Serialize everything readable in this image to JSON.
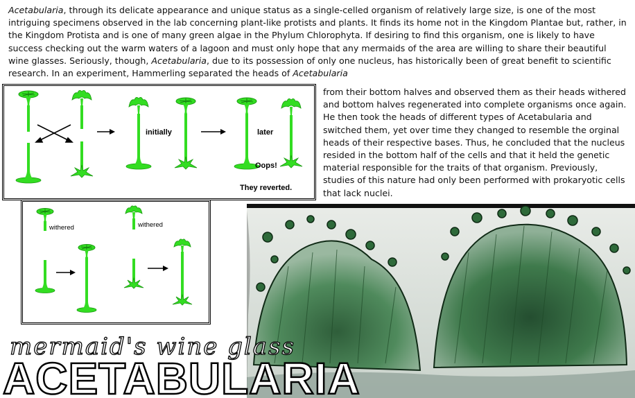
{
  "paragraph_top": {
    "p1_italic": "Acetabularia",
    "p1_text": ", through its delicate appearance and unique status as a single-celled organism of relatively large size, is one of the most intriguing specimens observed in the lab concerning plant-like protists and plants.  It finds its home not in the Kingdom Plantae but, rather, in the Kingdom Protista and is one of many green algae in the Phylum Chlorophyta. If desiring to find this organism, one is likely to have success checking out the warm waters of a lagoon and must only hope that any mermaids of the area are willing to share their beautiful wine glasses.  Seriously, though, ",
    "p2_italic": "Acetabularia",
    "p2_text": ", due to its possession of only one nucleus, has historically been of great benefit to scientific research. In an experiment, Hammerling separated the heads of ",
    "p3_italic": "Acetabularia"
  },
  "paragraph_right": {
    "text": "from their bottom halves and observed them as their heads withered and bottom halves regenerated into complete organisms once again. He then took the heads of different types of Acetabularia and switched them, yet over time they changed to resemble the orginal heads of their respective bases. Thus, he concluded that the nucleus resided in the bottom half of the cells and that it held the genetic material responsible for the traits of that organism. Previously, studies of this nature had only been performed with prokaryotic cells that lack nuclei."
  },
  "figure1": {
    "label_initially": "initially",
    "label_later": "later",
    "label_oops_1": "Oops!",
    "label_oops_2": "They reverted."
  },
  "figure2": {
    "label_withered_1": "withered",
    "label_withered_2": "withered"
  },
  "banner": {
    "subtitle": "mermaid's wine glass",
    "title": "ACETABULARIA"
  },
  "colors": {
    "algae_green": "#33dd22",
    "algae_dark": "#1a9a10",
    "photo_green": "#2e6a3a"
  }
}
